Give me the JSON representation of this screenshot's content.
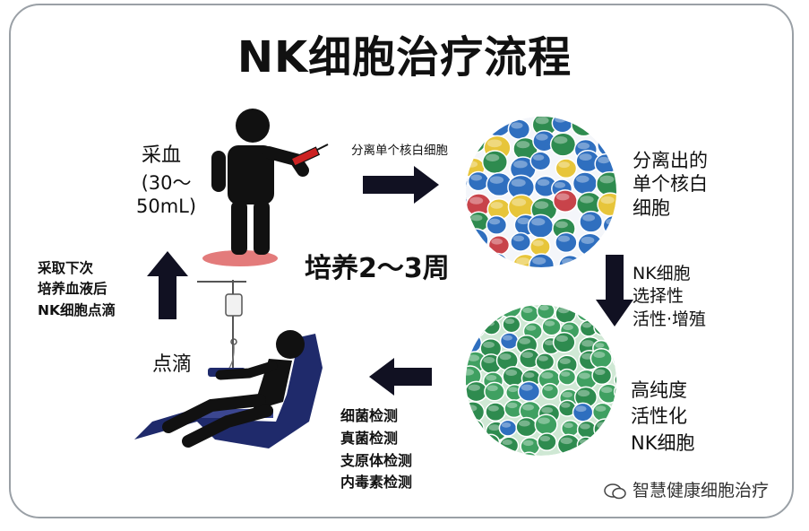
{
  "title": "NK细胞治疗流程",
  "steps": {
    "blood_draw": {
      "label": "采血",
      "amount": "(30～\n50mL)"
    },
    "separation": {
      "arrow_label": "分离单个核白细胞"
    },
    "separated_cells": {
      "label": "分离出的\n单个核白\n细胞"
    },
    "selective_activation": {
      "label": "NK细胞\n选择性\n活性·增殖"
    },
    "high_purity": {
      "label": "高纯度\n活性化\nNK细胞"
    },
    "tests": {
      "items": "细菌检测\n真菌检测\n支原体检测\n内毒素检测"
    },
    "drip": {
      "label": "点滴"
    },
    "reinfusion": {
      "label": "采取下次\n培养血液后\nNK细胞点滴"
    }
  },
  "culture": {
    "label": "培养2～3周"
  },
  "watermark": {
    "text": "智慧健康细胞治疗"
  },
  "colors": {
    "arrow": "#111122",
    "blood": "#cc2222",
    "mat": "#e37b7b",
    "chair": "#1f2a6b",
    "cell_blue": "#2f6fbf",
    "cell_green": "#2e8b4f",
    "cell_yellow": "#e7c53a",
    "cell_red": "#c8434a"
  }
}
